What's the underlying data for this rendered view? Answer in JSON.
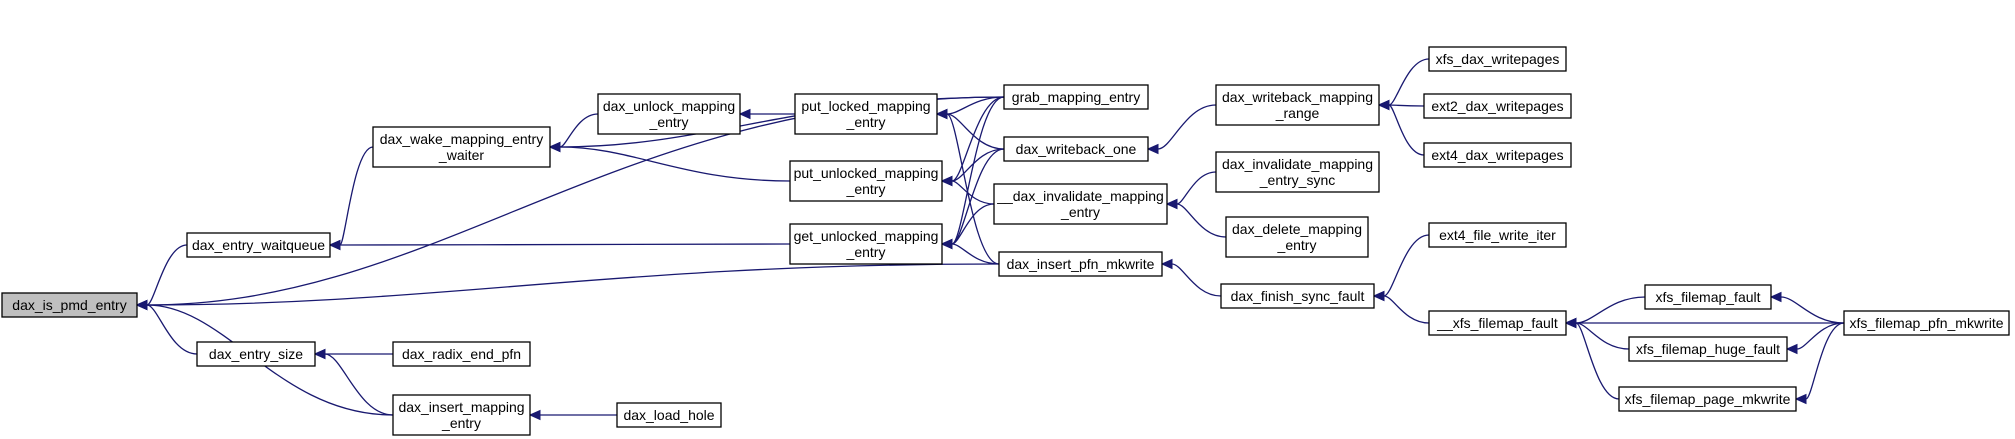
{
  "graph": {
    "title": "",
    "edge_color": "#191970",
    "root_fill": "#bfbfbf",
    "nodes": [
      {
        "id": "n0",
        "lines": [
          "dax_is_pmd_entry"
        ],
        "root": true
      },
      {
        "id": "n1",
        "lines": [
          "dax_entry_waitqueue"
        ]
      },
      {
        "id": "n2",
        "lines": [
          "dax_entry_size"
        ]
      },
      {
        "id": "n3",
        "lines": [
          "dax_wake_mapping_entry",
          "_waiter"
        ]
      },
      {
        "id": "n4",
        "lines": [
          "dax_unlock_mapping",
          "_entry"
        ]
      },
      {
        "id": "n5",
        "lines": [
          "put_locked_mapping",
          "_entry"
        ]
      },
      {
        "id": "n6",
        "lines": [
          "put_unlocked_mapping",
          "_entry"
        ]
      },
      {
        "id": "n7",
        "lines": [
          "get_unlocked_mapping",
          "_entry"
        ]
      },
      {
        "id": "n8",
        "lines": [
          "grab_mapping_entry"
        ]
      },
      {
        "id": "n9",
        "lines": [
          "dax_writeback_one"
        ]
      },
      {
        "id": "n10",
        "lines": [
          "__dax_invalidate_mapping",
          "_entry"
        ]
      },
      {
        "id": "n11",
        "lines": [
          "dax_insert_pfn_mkwrite"
        ]
      },
      {
        "id": "n12",
        "lines": [
          "dax_writeback_mapping",
          "_range"
        ]
      },
      {
        "id": "n13",
        "lines": [
          "dax_invalidate_mapping",
          "_entry_sync"
        ]
      },
      {
        "id": "n14",
        "lines": [
          "dax_delete_mapping",
          "_entry"
        ]
      },
      {
        "id": "n15",
        "lines": [
          "dax_finish_sync_fault"
        ]
      },
      {
        "id": "n16",
        "lines": [
          "xfs_dax_writepages"
        ]
      },
      {
        "id": "n17",
        "lines": [
          "ext2_dax_writepages"
        ]
      },
      {
        "id": "n18",
        "lines": [
          "ext4_dax_writepages"
        ]
      },
      {
        "id": "n19",
        "lines": [
          "ext4_file_write_iter"
        ]
      },
      {
        "id": "n20",
        "lines": [
          "__xfs_filemap_fault"
        ]
      },
      {
        "id": "n21",
        "lines": [
          "xfs_filemap_fault"
        ]
      },
      {
        "id": "n22",
        "lines": [
          "xfs_filemap_huge_fault"
        ]
      },
      {
        "id": "n23",
        "lines": [
          "xfs_filemap_page_mkwrite"
        ]
      },
      {
        "id": "n24",
        "lines": [
          "xfs_filemap_pfn_mkwrite"
        ]
      },
      {
        "id": "n25",
        "lines": [
          "dax_radix_end_pfn"
        ]
      },
      {
        "id": "n26",
        "lines": [
          "dax_insert_mapping",
          "_entry"
        ]
      },
      {
        "id": "n27",
        "lines": [
          "dax_load_hole"
        ]
      }
    ],
    "edges": [
      {
        "from": "n1",
        "to": "n0"
      },
      {
        "from": "n2",
        "to": "n0"
      },
      {
        "from": "n26",
        "to": "n0"
      },
      {
        "from": "n8",
        "to": "n0"
      },
      {
        "from": "n11",
        "to": "n0"
      },
      {
        "from": "n3",
        "to": "n1"
      },
      {
        "from": "n7",
        "to": "n1"
      },
      {
        "from": "n8",
        "to": "n3"
      },
      {
        "from": "n4",
        "to": "n3"
      },
      {
        "from": "n6",
        "to": "n3"
      },
      {
        "from": "n5",
        "to": "n4"
      },
      {
        "from": "n8",
        "to": "n5"
      },
      {
        "from": "n9",
        "to": "n5"
      },
      {
        "from": "n11",
        "to": "n5"
      },
      {
        "from": "n8",
        "to": "n6"
      },
      {
        "from": "n9",
        "to": "n6"
      },
      {
        "from": "n10",
        "to": "n6"
      },
      {
        "from": "n8",
        "to": "n7"
      },
      {
        "from": "n9",
        "to": "n7"
      },
      {
        "from": "n10",
        "to": "n7"
      },
      {
        "from": "n11",
        "to": "n7"
      },
      {
        "from": "n12",
        "to": "n9"
      },
      {
        "from": "n16",
        "to": "n12"
      },
      {
        "from": "n17",
        "to": "n12"
      },
      {
        "from": "n18",
        "to": "n12"
      },
      {
        "from": "n13",
        "to": "n10"
      },
      {
        "from": "n14",
        "to": "n10"
      },
      {
        "from": "n15",
        "to": "n11"
      },
      {
        "from": "n19",
        "to": "n15"
      },
      {
        "from": "n20",
        "to": "n15"
      },
      {
        "from": "n21",
        "to": "n20"
      },
      {
        "from": "n22",
        "to": "n20"
      },
      {
        "from": "n23",
        "to": "n20"
      },
      {
        "from": "n24",
        "to": "n20"
      },
      {
        "from": "n24",
        "to": "n21"
      },
      {
        "from": "n24",
        "to": "n22"
      },
      {
        "from": "n24",
        "to": "n23"
      },
      {
        "from": "n25",
        "to": "n2"
      },
      {
        "from": "n26",
        "to": "n2"
      },
      {
        "from": "n27",
        "to": "n26"
      }
    ]
  }
}
